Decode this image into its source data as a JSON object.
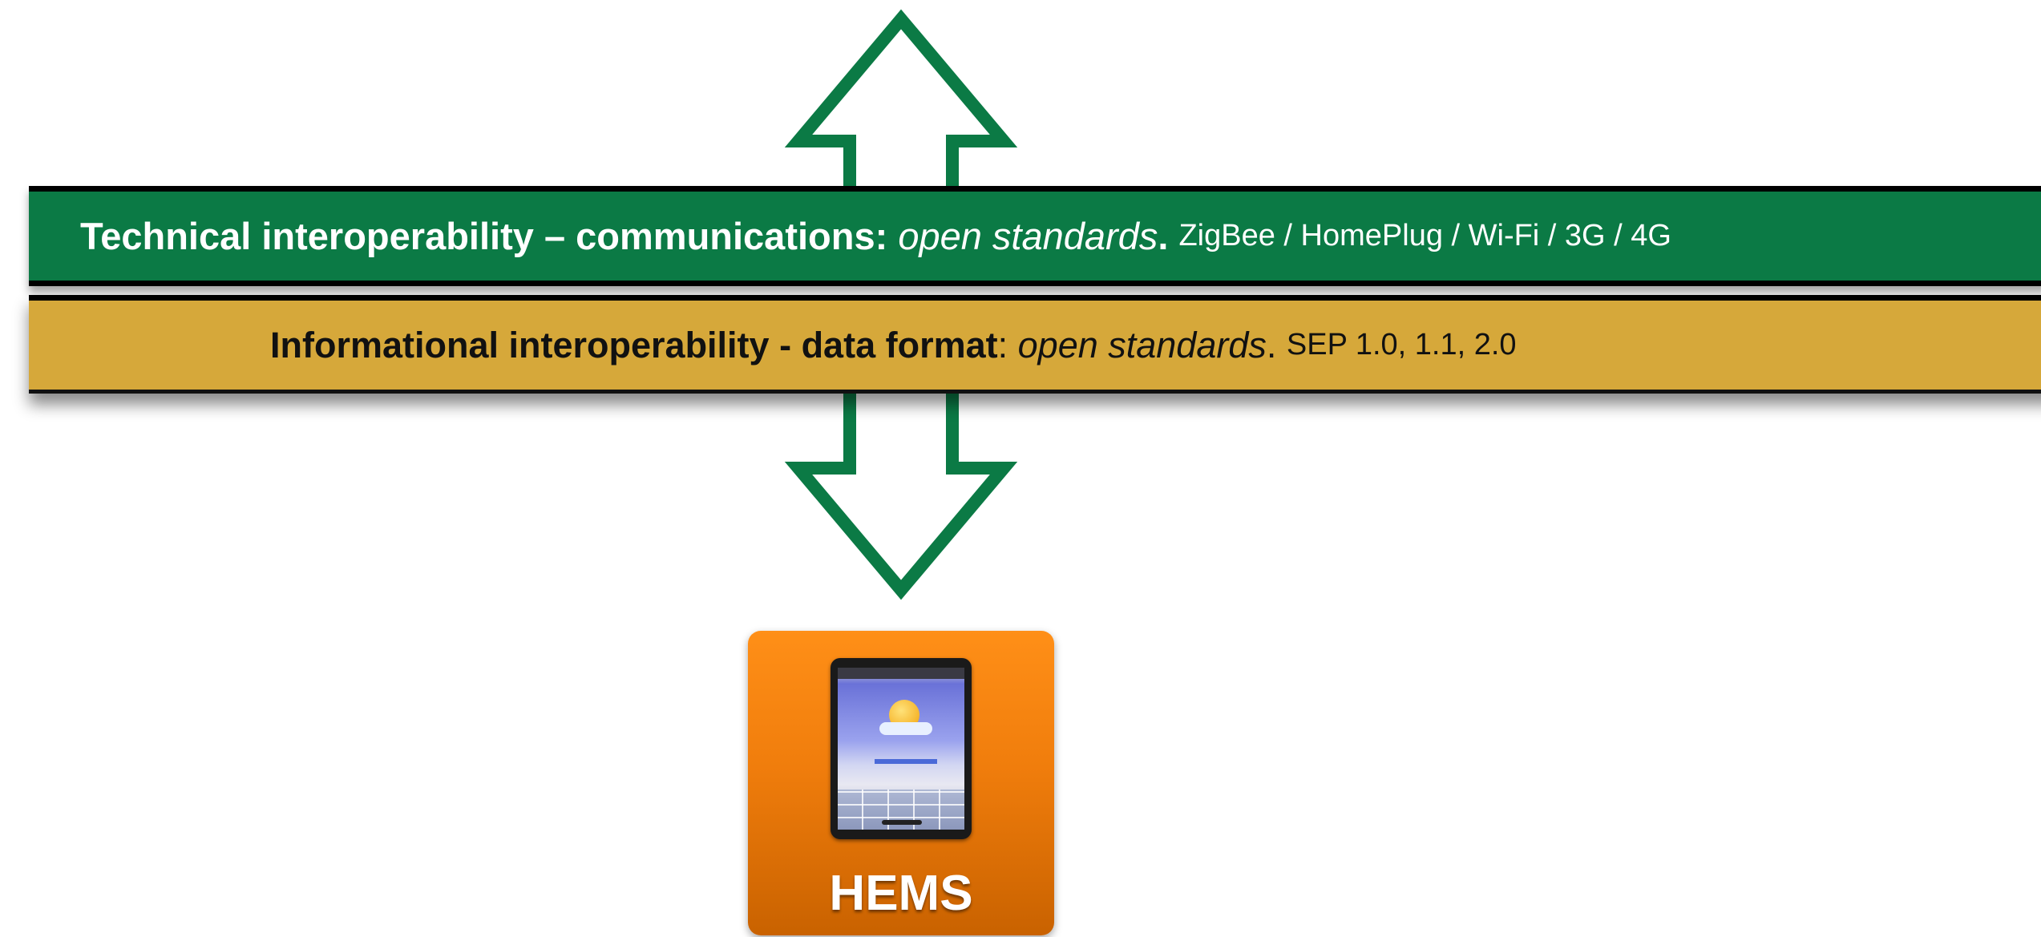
{
  "bands": {
    "technical": {
      "title": "Technical interoperability – communications:",
      "emphasis": "open standards",
      "period": ".",
      "detail": "ZigBee / HomePlug / Wi-Fi / 3G / 4G",
      "color": "#0b7a45"
    },
    "informational": {
      "title": "Informational interoperability - data format",
      "colon": ":",
      "emphasis": "open standards",
      "period": ".",
      "detail": "SEP 1.0, 1.1, 2.0",
      "color": "#d6a83a"
    }
  },
  "arrow": {
    "direction": "bidirectional-vertical",
    "stroke_color": "#0b7a45"
  },
  "hems": {
    "label": "HEMS",
    "icon": "tablet-icon",
    "color": "#f07d0c"
  }
}
